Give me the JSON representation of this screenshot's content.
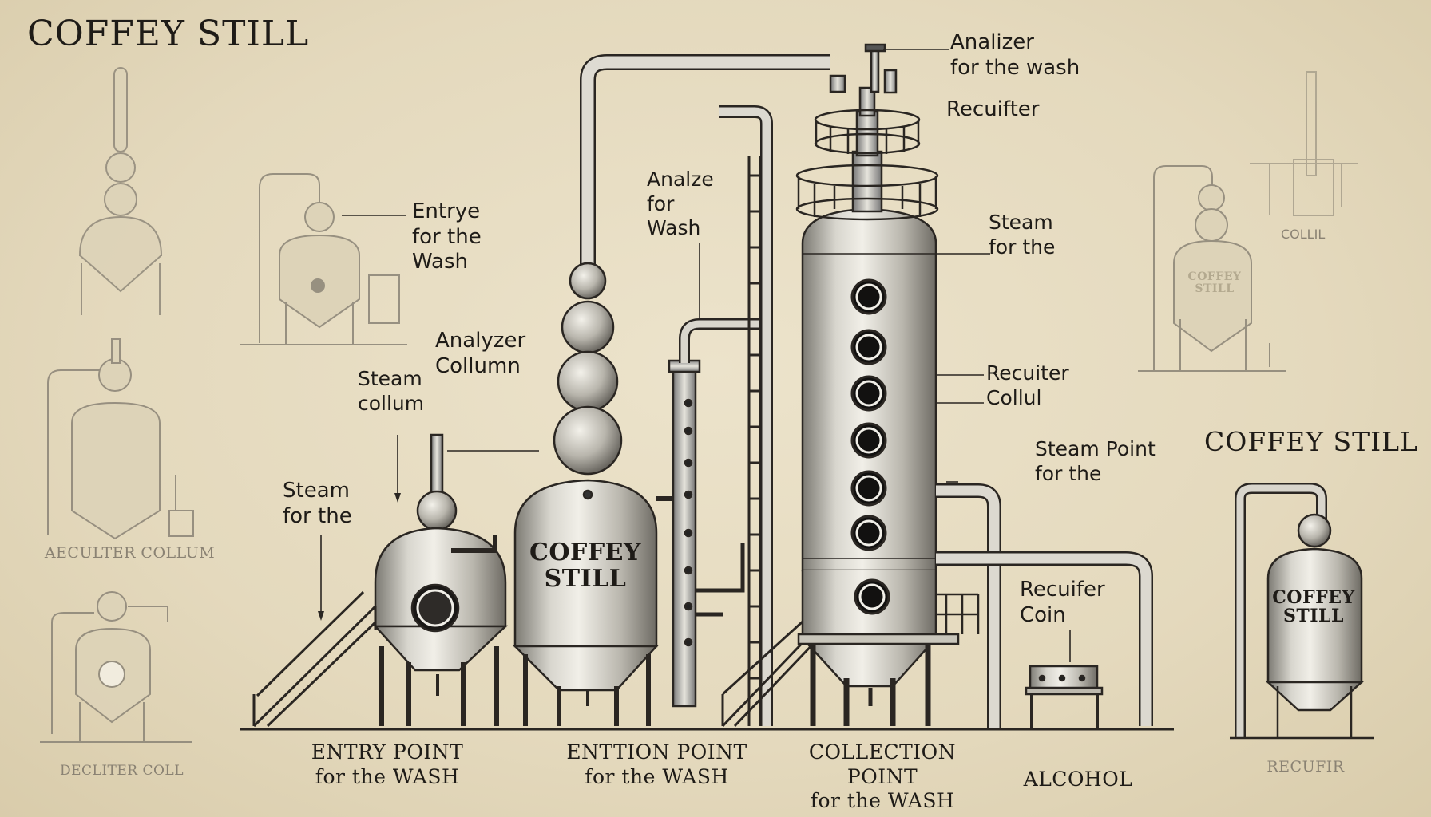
{
  "title": "COFFEY STILL",
  "title_right": "COFFEY STILL",
  "vessel_labels": {
    "main": "COFFEY\nSTILL",
    "right_small": "COFFEY\nSTILL",
    "ghost_small": "COFFEY\nSTILL"
  },
  "callouts": {
    "analyzer_wash_top": "Analizer\nfor the wash",
    "recuifter_top": "Recuifter",
    "steam_right": "Steam\nfor the",
    "recuiter_collul": "Recuiter\nCollul",
    "steam_point": "Steam Point\nfor the",
    "recuifer_coin": "Recuifer\nCoin",
    "analze_wash": "Analze\nfor\nWash",
    "analyzer_collumn": "Analyzer\nCollumn",
    "steam_collum": "Steam\ncollum",
    "steam_for_left": "Steam\nfor the",
    "entrye_wash": "Entrye\nfor the\nWash",
    "collil": "COLLIL"
  },
  "side_captions": {
    "aeculter": "AECULTER COLLUM",
    "decliter": "DECLITER COLL",
    "recufir": "RECUFIR"
  },
  "bottom_captions": [
    "ENTRY POINT\nfor the WASH",
    "ENTTION POINT\nfor the WASH",
    "COLLECTION POINT\nfor the WASH",
    "ALCOHOL"
  ],
  "colors": {
    "paper": "#e7dcc1",
    "ink": "#1e1b17",
    "metal": "#c9c6bb",
    "metal_dark": "#6f6c65",
    "sketch": "#8f887a"
  }
}
